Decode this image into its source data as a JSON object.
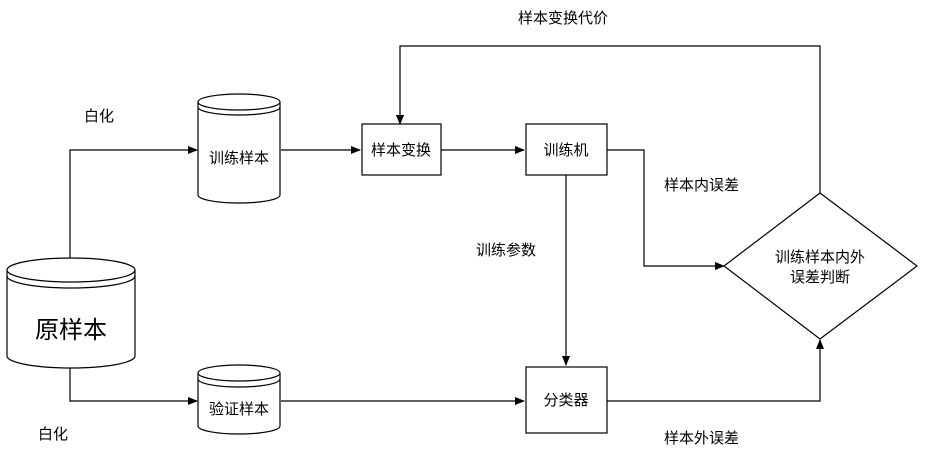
{
  "nodes": {
    "original_sample": "原样本",
    "training_sample": "训练样本",
    "validation_sample": "验证样本",
    "sample_transform": "样本变换",
    "trainer": "训练机",
    "classifier": "分类器",
    "decision_line1": "训练样本内外",
    "decision_line2": "误差判断"
  },
  "edges": {
    "whiten_top": "白化",
    "whiten_bottom": "白化",
    "transform_cost": "样本变换代价",
    "training_params": "训练参数",
    "in_sample_error": "样本内误差",
    "out_sample_error": "样本外误差"
  }
}
